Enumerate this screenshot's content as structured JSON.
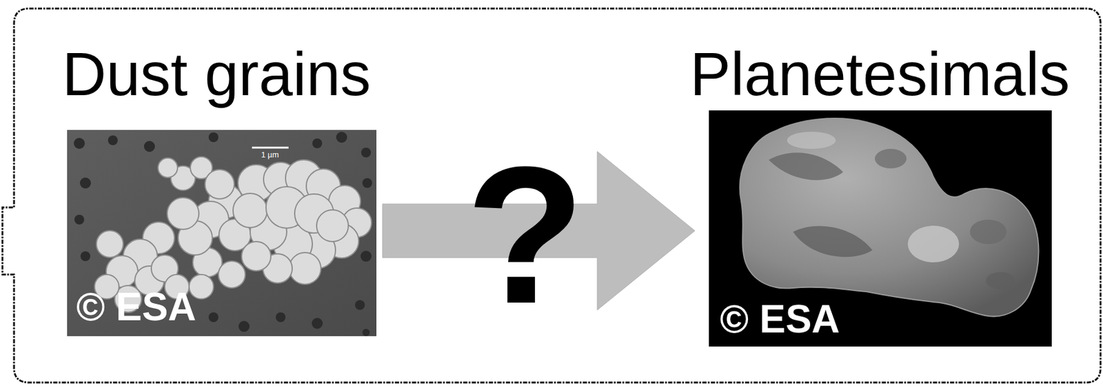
{
  "diagram": {
    "nodes": [
      {
        "text": [
          "Dust grains",
          "© ESA"
        ]
      },
      {
        "text": [
          "Planetesimals",
          "© ESA"
        ]
      }
    ],
    "edges": [
      {
        "from": 0,
        "to": 1,
        "arrow": "to",
        "label": "?"
      }
    ],
    "labels": [
      "1 µm"
    ]
  }
}
